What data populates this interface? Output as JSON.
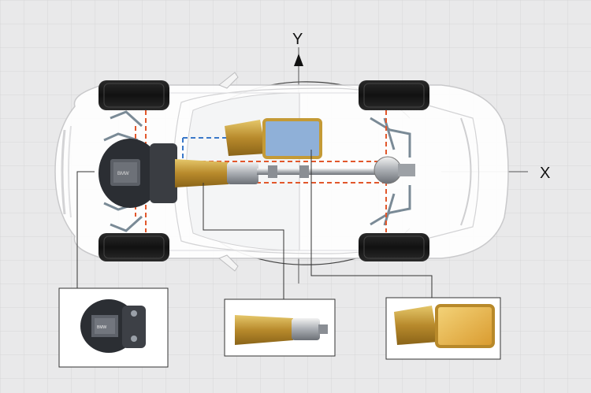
{
  "diagram": {
    "axis_x_label": "X",
    "axis_y_label": "Y",
    "engine_badge": "BMW",
    "callouts": [
      {
        "id": "engine",
        "component": "engine-icon"
      },
      {
        "id": "gearbox",
        "component": "gearbox-icon"
      },
      {
        "id": "battery",
        "component": "battery-pack-icon"
      }
    ],
    "colors": {
      "background": "#e9e9ea",
      "grid": "#d4d4d6",
      "car_body": "#ffffff",
      "dash_orange": "#e2572b",
      "dash_blue": "#3a78c9",
      "gold": "#c9a23a",
      "battery_blue": "#8fb0d8",
      "battery_gold": "#e8b24a",
      "engine_dark": "#2b2e33"
    }
  }
}
